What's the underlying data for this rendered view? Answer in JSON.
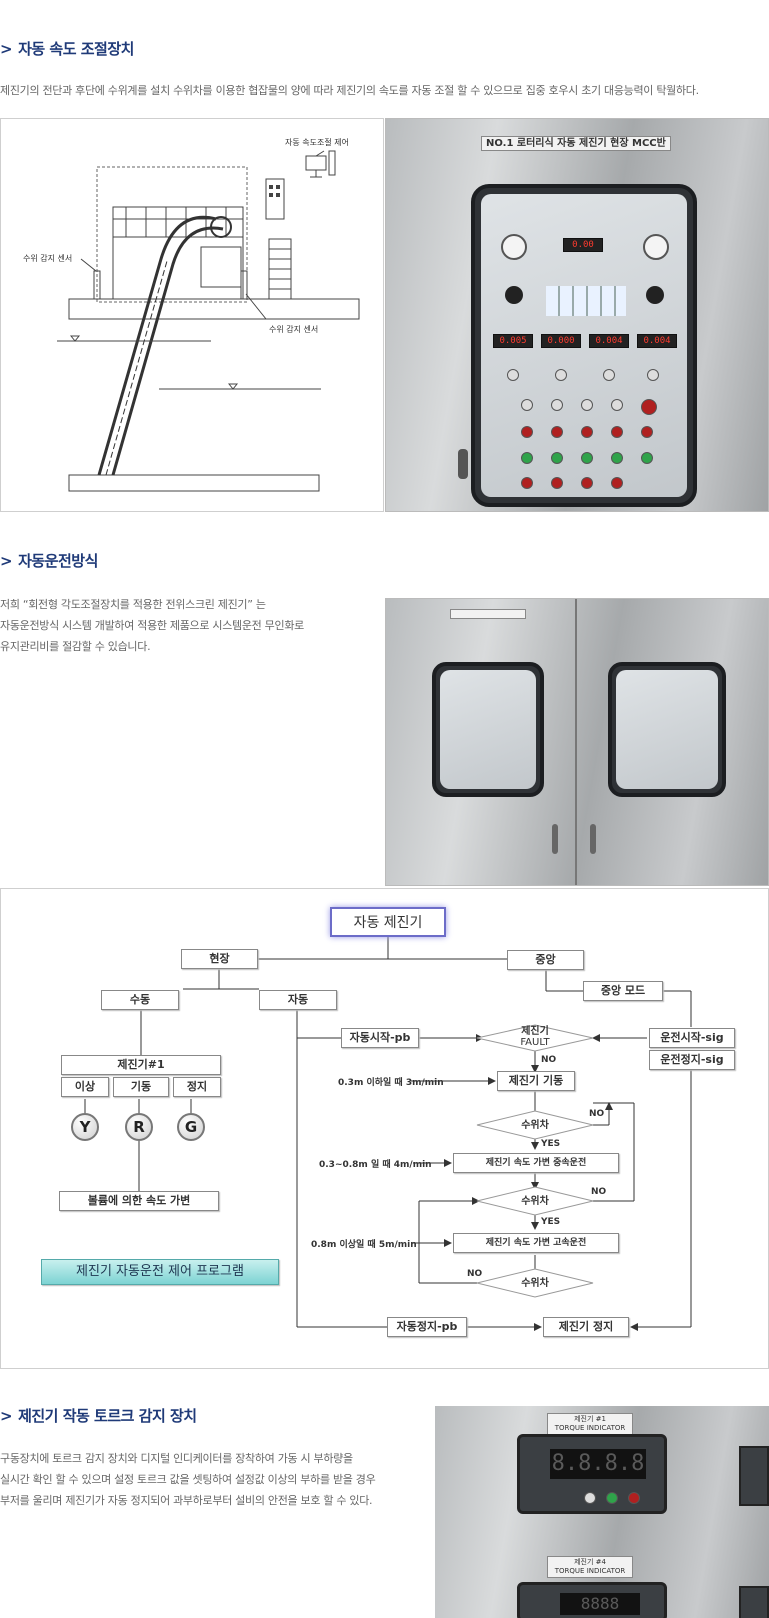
{
  "sections": {
    "auto_speed": {
      "title": "자동 속도 조절장치",
      "desc": "제진기의 전단과 후단에 수위계를 설치 수위차를 이용한 협잡물의 양에 따라 제진기의 속도를 자동 조절 할 수 있으므로 집중 호우시 초기 대응능력이 탁월하다.",
      "drawing": {
        "label_control": "자동 속도조절 제어",
        "label_sensor_left": "수위 감지 센서",
        "label_sensor_right": "수위 감지 센서"
      },
      "photo": {
        "plate": "NO.1 로터리식 자동 제진기 현장 MCC반",
        "led_top": "0.00",
        "led_row": [
          "0.005",
          "0.000",
          "0.004",
          "0.004"
        ]
      }
    },
    "auto_operation": {
      "title": "자동운전방식",
      "desc_lines": [
        "저희 “회전형 각도조절장치를 적용한 전위스크린 제진기” 는",
        "자동운전방식 시스템 개발하여 적용한 제품으로 시스템운전 무인화로",
        "유지관리비를 절감할 수 있습니다."
      ]
    },
    "flowchart": {
      "title": "자동 제진기",
      "field": "현장",
      "central": "중앙",
      "manual": "수동",
      "auto": "자동",
      "central_mode": "중앙 모드",
      "auto_start_pb": "자동시작-pb",
      "fault_line1": "제진기",
      "fault_line2": "FAULT",
      "run_start_sig": "운전시작-sig",
      "run_stop_sig": "운전정지-sig",
      "no": "NO",
      "yes": "YES",
      "cond1": "0.3m 이하일 때 3m/min",
      "start": "제진기 기동",
      "level_diff": "수위차",
      "cond2": "0.3~0.8m 일 때 4m/min",
      "mid_speed": "제진기 속도 가변 중속운전",
      "cond3": "0.8m 이상일 때 5m/min",
      "high_speed": "제진기 속도 가변 고속운전",
      "auto_stop_pb": "자동정지-pb",
      "stop": "제진기 정지",
      "unit": "제진기#1",
      "state_fault": "이상",
      "state_run": "기동",
      "state_stop": "정지",
      "lamp_y": "Y",
      "lamp_r": "R",
      "lamp_g": "G",
      "volume_speed": "볼륨에 의한 속도 가변",
      "program": "제진기 자동운전 제어 프로그램"
    },
    "torque": {
      "title": "제진기 작동 토르크 감지 장치",
      "desc_lines": [
        "구동장치에 토르크 감지 장치와 디지털 인디케이터를 장착하여 가동 시 부하량을",
        "실시간 확인 할 수 있으며 설정 토르크 값을 셋팅하여 설정값 이상의 부하를 받을 경우",
        "부저를 울리며 제진기가 자동 정지되어 과부하로부터 설비의 안전을 보호 할 수 있다."
      ],
      "plate1_line1": "제진기 #1",
      "plate1_line2": "TORQUE INDICATOR",
      "plate2_line1": "제진기 #4",
      "plate2_line2": "TORQUE INDICATOR",
      "display": "8.8.8.8",
      "display2": "8888"
    }
  }
}
